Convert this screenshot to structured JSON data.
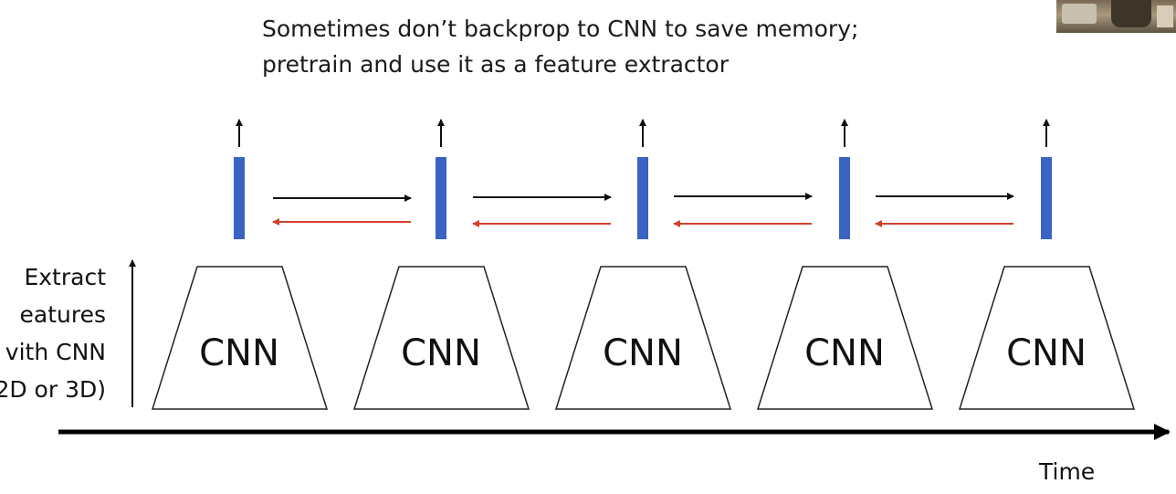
{
  "caption": {
    "line1": "Sometimes don’t backprop to CNN to save memory;",
    "line2": "pretrain and use it as a feature extractor"
  },
  "side_label": {
    "line1": "Extract",
    "line2": "eatures",
    "line3": "vith CNN",
    "line4": "2D or 3D)"
  },
  "time_label": "Time",
  "cnn_blocks": [
    {
      "label": "CNN"
    },
    {
      "label": "CNN"
    },
    {
      "label": "CNN"
    },
    {
      "label": "CNN"
    },
    {
      "label": "CNN"
    }
  ],
  "colors": {
    "feature_bar": "#3a63c4",
    "forward_arrow": "#111111",
    "backward_arrow": "#d0402a",
    "outline": "#222222"
  },
  "icons": {
    "output_arrow": "up-arrow-icon",
    "feature_axis": "up-arrow-icon",
    "time_axis": "right-arrow-icon"
  }
}
